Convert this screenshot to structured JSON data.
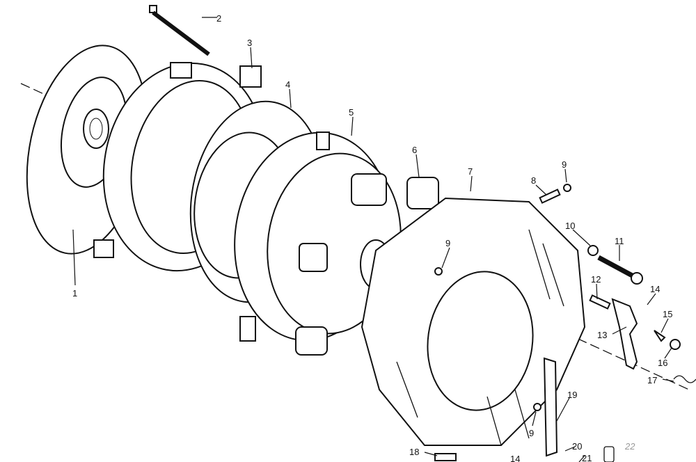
{
  "diagram": {
    "title": "Clutch assembly exploded view",
    "callouts": [
      {
        "id": "c1",
        "text": "1"
      },
      {
        "id": "c2",
        "text": "2"
      },
      {
        "id": "c3",
        "text": "3"
      },
      {
        "id": "c4",
        "text": "4"
      },
      {
        "id": "c5",
        "text": "5"
      },
      {
        "id": "c6",
        "text": "6"
      },
      {
        "id": "c7",
        "text": "7"
      },
      {
        "id": "c8",
        "text": "8"
      },
      {
        "id": "c9a",
        "text": "9"
      },
      {
        "id": "c9b",
        "text": "9"
      },
      {
        "id": "c9c",
        "text": "9"
      },
      {
        "id": "c10",
        "text": "10"
      },
      {
        "id": "c11",
        "text": "11"
      },
      {
        "id": "c12",
        "text": "12"
      },
      {
        "id": "c13",
        "text": "13"
      },
      {
        "id": "c14a",
        "text": "14"
      },
      {
        "id": "c14b",
        "text": "14"
      },
      {
        "id": "c15",
        "text": "15"
      },
      {
        "id": "c16",
        "text": "16"
      },
      {
        "id": "c17",
        "text": "17"
      },
      {
        "id": "c18",
        "text": "18"
      },
      {
        "id": "c19",
        "text": "19"
      },
      {
        "id": "c20",
        "text": "20"
      },
      {
        "id": "c21",
        "text": "21"
      },
      {
        "id": "c22",
        "text": "22"
      }
    ]
  }
}
